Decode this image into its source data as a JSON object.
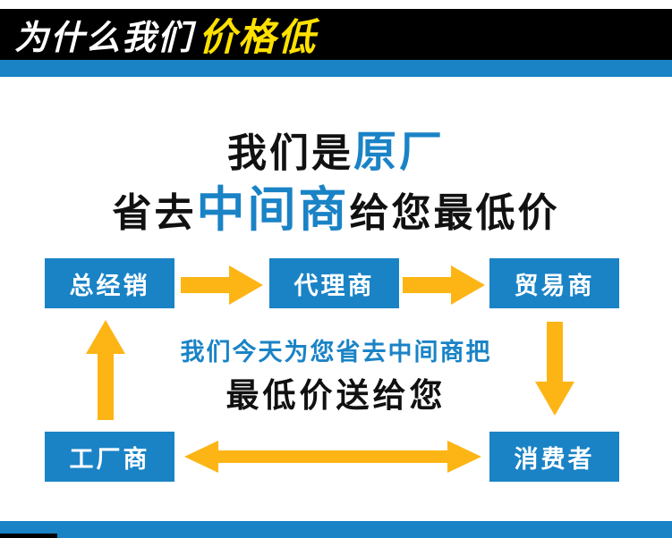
{
  "header": {
    "title_white": "为什么我们",
    "title_yellow": "价格低"
  },
  "intro": {
    "line1_prefix": "我们是",
    "line1_highlight": "原厂",
    "line2_prefix": "省去",
    "line2_highlight": "中间商",
    "line2_suffix": "给您最低价"
  },
  "diagram": {
    "boxes": {
      "distributor": "总经销",
      "agent": "代理商",
      "trader": "贸易商",
      "factory": "工厂商",
      "consumer": "消费者"
    },
    "middle_line1": "我们今天为您省去中间商把",
    "middle_line2": "最低价送给您"
  },
  "colors": {
    "blue": "#1a83c6",
    "arrow_yellow": "#fdb515",
    "header_yellow": "#ffe100",
    "header_bg": "#000000"
  }
}
